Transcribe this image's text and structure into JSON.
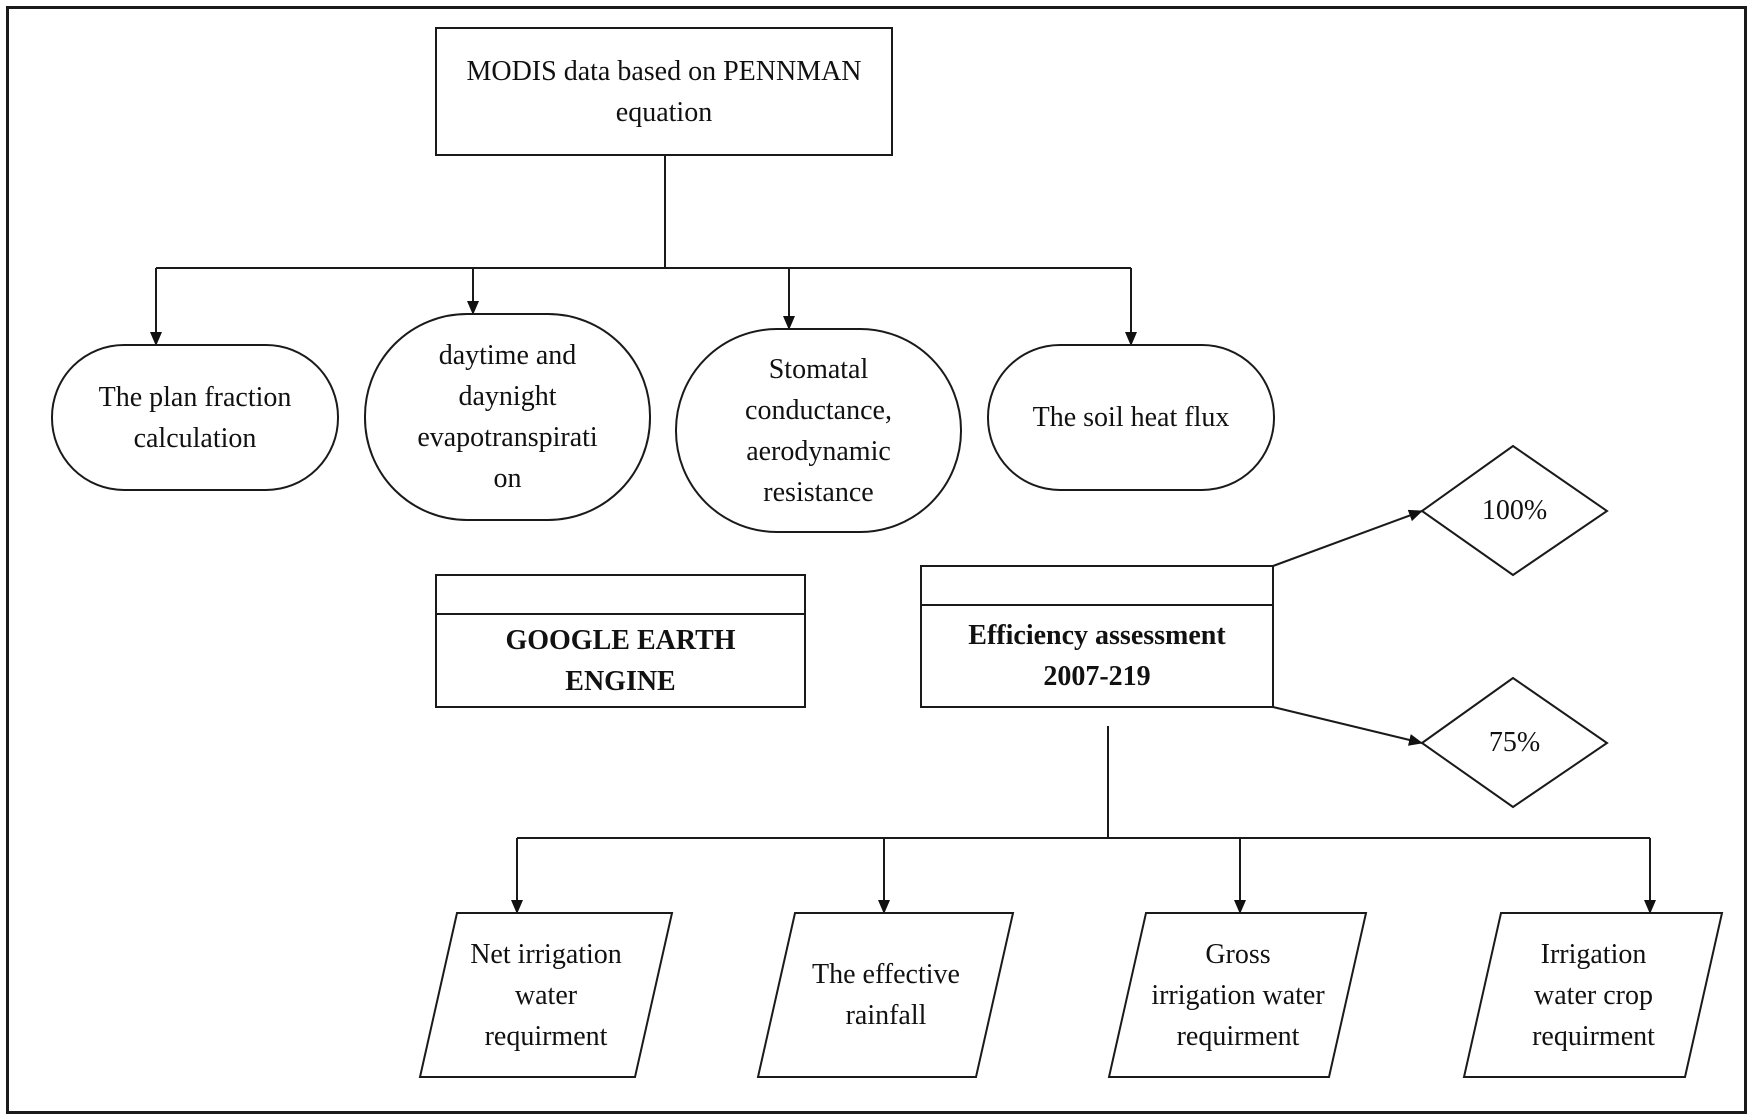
{
  "top_box": {
    "line1": "MODIS data based on PENNMAN",
    "line2": "equation"
  },
  "ovals": [
    {
      "lines": [
        "The plan fraction",
        "calculation"
      ]
    },
    {
      "lines": [
        "daytime and",
        "daynight",
        "evapotranspirati",
        "on"
      ]
    },
    {
      "lines": [
        "Stomatal",
        "conductance,",
        "aerodynamic",
        "resistance"
      ]
    },
    {
      "lines": [
        "The soil heat flux"
      ]
    }
  ],
  "gee_box": {
    "line1": "GOOGLE EARTH",
    "line2": "ENGINE"
  },
  "efficiency_box": {
    "line1": "Efficiency assessment",
    "line2": "2007-219"
  },
  "diamonds": [
    {
      "label": "100%"
    },
    {
      "label": "75%"
    }
  ],
  "outputs": [
    {
      "lines": [
        "Net irrigation",
        "water",
        "requirment"
      ]
    },
    {
      "lines": [
        "The effective",
        "rainfall"
      ]
    },
    {
      "lines": [
        "Gross",
        "irrigation water",
        "requirment"
      ]
    },
    {
      "lines": [
        "Irrigation",
        "water crop",
        "requirment"
      ]
    }
  ]
}
